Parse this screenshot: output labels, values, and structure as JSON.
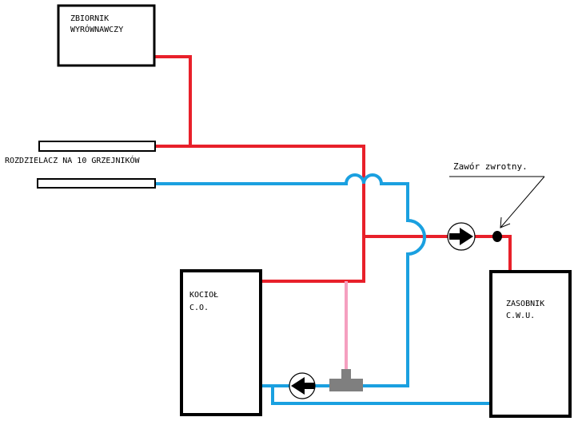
{
  "labels": {
    "tank_line1": "ZBIORNIK",
    "tank_line2": "WYRÓWNAWCZY",
    "manifold": "ROZDZIELACZ NA 10 GRZEJNIKÓW",
    "check_valve": "Zawór zwrotny.",
    "boiler_line1": "KOCIOŁ",
    "boiler_line2": "C.O.",
    "storage_line1": "ZASOBNIK",
    "storage_line2": "C.W.U."
  },
  "colors": {
    "supply_pipe": "#e8202a",
    "return_pipe": "#1aa0e0",
    "bypass_pipe": "#f5a0c0",
    "fitting": "#7f7f7f",
    "outline": "#000000"
  },
  "icons": {
    "pump_right": "pump-arrow-right-icon",
    "pump_left": "pump-arrow-left-icon",
    "valve": "check-valve-dot-icon"
  }
}
